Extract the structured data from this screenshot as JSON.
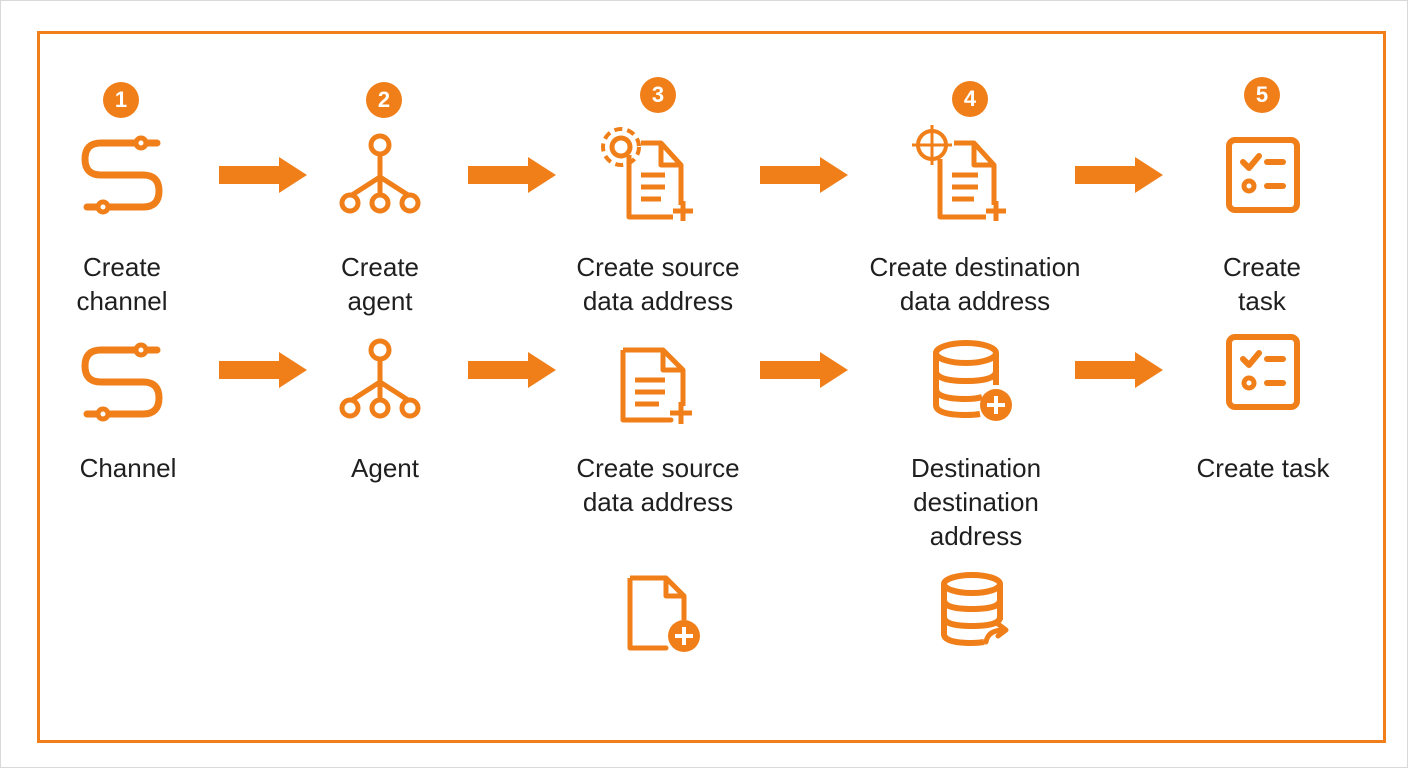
{
  "colors": {
    "accent": "#f07f1a",
    "text": "#1f1f1f",
    "border": "#d9d9d9"
  },
  "row1": {
    "steps": [
      {
        "number": "1",
        "icon": "channel-icon",
        "label": "Create\nchannel"
      },
      {
        "number": "2",
        "icon": "agent-hierarchy-icon",
        "label": "Create\nagent"
      },
      {
        "number": "3",
        "icon": "source-document-add-icon",
        "label": "Create source\ndata address"
      },
      {
        "number": "4",
        "icon": "target-document-add-icon",
        "label": "Create destination\ndata address"
      },
      {
        "number": "5",
        "icon": "task-checklist-icon",
        "label": "Create\ntask"
      }
    ]
  },
  "row2": {
    "steps": [
      {
        "icon": "channel-icon",
        "label": "Channel"
      },
      {
        "icon": "agent-hierarchy-icon",
        "label": "Agent"
      },
      {
        "icon": "document-add-icon",
        "label": "Create source\ndata address"
      },
      {
        "icon": "database-add-icon",
        "label": "Destination\ndestination\naddress"
      },
      {
        "icon": "task-checklist-icon",
        "label": "Create task"
      }
    ]
  },
  "row3": {
    "items": [
      {
        "icon": "file-add-icon"
      },
      {
        "icon": "database-share-icon"
      }
    ]
  }
}
